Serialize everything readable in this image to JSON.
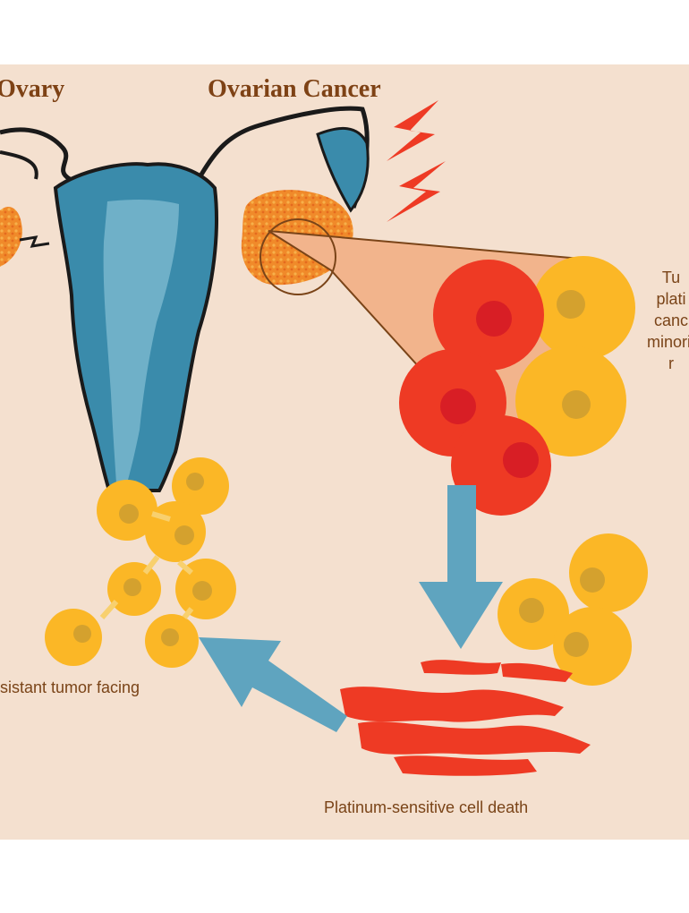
{
  "labels": {
    "ovary": "Ovary",
    "ovarian_cancer": "Ovarian Cancer",
    "resistant": "sistant tumor facing",
    "cell_death": "Platinum-sensitive cell death",
    "side_lines": [
      "Tu",
      "plati",
      "canc",
      "minorit",
      "r"
    ]
  },
  "colors": {
    "background": "#f4e0cf",
    "uterus": "#3a8bab",
    "uterus_light": "#6fb0c8",
    "sensitive_cell": "#ee3a24",
    "resistant_cell": "#fbb726",
    "arrow": "#5fa4bf",
    "label_text": "#7a4418"
  }
}
